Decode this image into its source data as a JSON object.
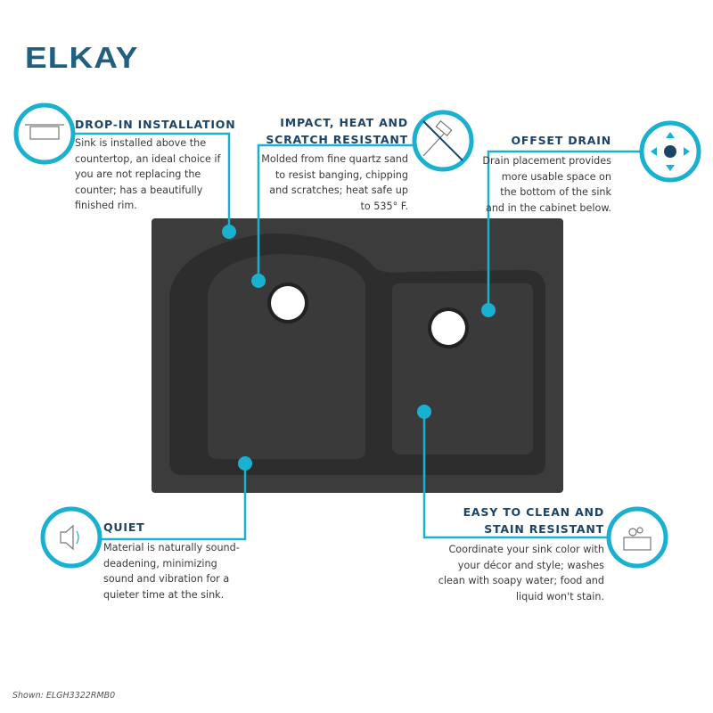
{
  "brand": {
    "logo": "ELKAY",
    "accent": "#1ab0d0",
    "heading_color": "#1d4466"
  },
  "features": [
    {
      "icon": "drop-in-sink-icon",
      "title": "DROP-IN INSTALLATION",
      "text": [
        "Sink is installed above the",
        "countertop, an ideal choice if",
        "you are not replacing the",
        "counter; has a beautifully",
        "finished rim."
      ]
    },
    {
      "icon": "no-hammer-icon",
      "title": [
        "IMPACT, HEAT AND",
        "SCRATCH RESISTANT"
      ],
      "text": [
        "Molded from fine quartz sand",
        "to resist banging, chipping",
        "and scratches; heat safe up",
        "to 535° F."
      ]
    },
    {
      "icon": "offset-drain-arrows-icon",
      "title": "OFFSET DRAIN",
      "text": [
        "Drain placement provides",
        "more usable space on",
        "the bottom of the sink",
        "and in the cabinet below."
      ]
    },
    {
      "icon": "speaker-icon",
      "title": "QUIET",
      "text": [
        "Material is naturally sound-",
        "deadening, minimizing",
        "sound and vibration for a",
        "quieter time at the sink."
      ]
    },
    {
      "icon": "soap-sponge-icon",
      "title": [
        "EASY TO CLEAN AND",
        "STAIN RESISTANT"
      ],
      "text": [
        "Coordinate your sink color with",
        "your décor and style; washes",
        "clean with soapy water; food and",
        "liquid won't stain."
      ]
    }
  ],
  "footer": "Shown: ELGH3322RMB0"
}
